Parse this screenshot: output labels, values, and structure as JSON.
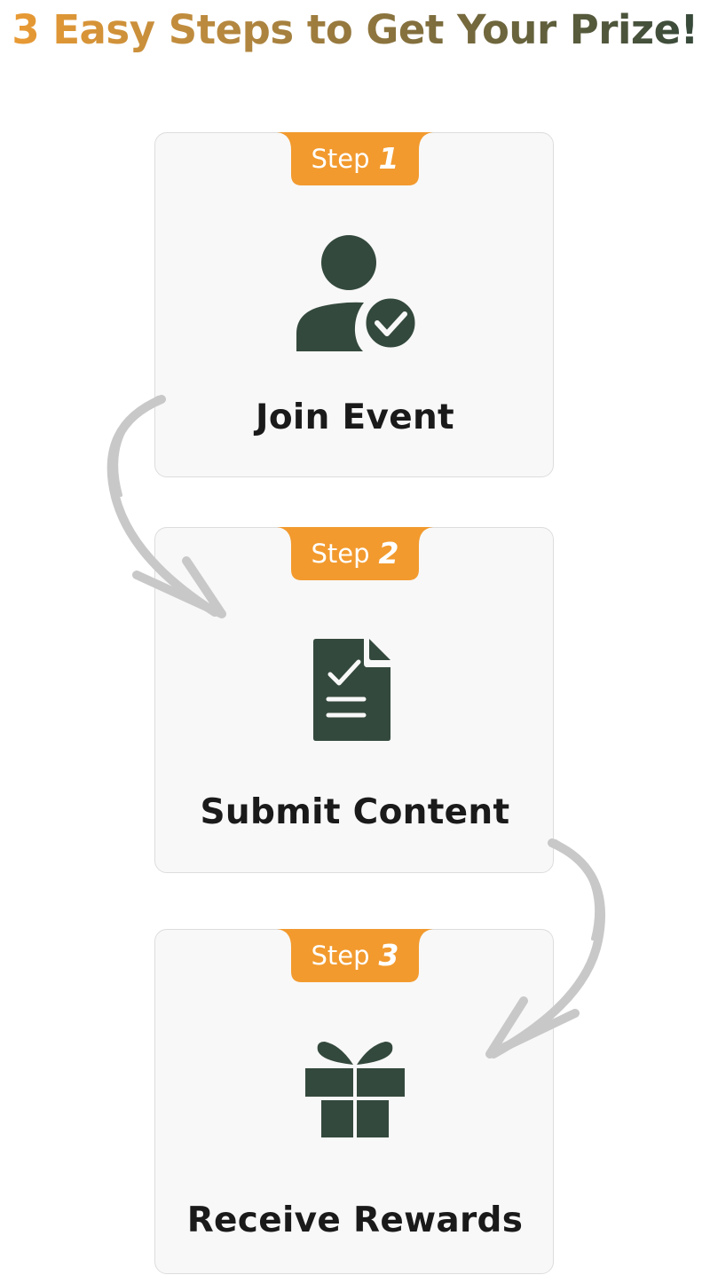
{
  "title": "3 Easy Steps to Get Your Prize!",
  "colors": {
    "accent": "#f29a2e",
    "icon": "#34493d",
    "card_bg": "#f8f8f8",
    "arrow": "#c8c8c8"
  },
  "steps": [
    {
      "label": "Step",
      "number": "1",
      "title": "Join Event",
      "icon": "user-check-icon"
    },
    {
      "label": "Step",
      "number": "2",
      "title": "Submit Content",
      "icon": "document-check-icon"
    },
    {
      "label": "Step",
      "number": "3",
      "title": "Receive Rewards",
      "icon": "gift-icon"
    }
  ]
}
